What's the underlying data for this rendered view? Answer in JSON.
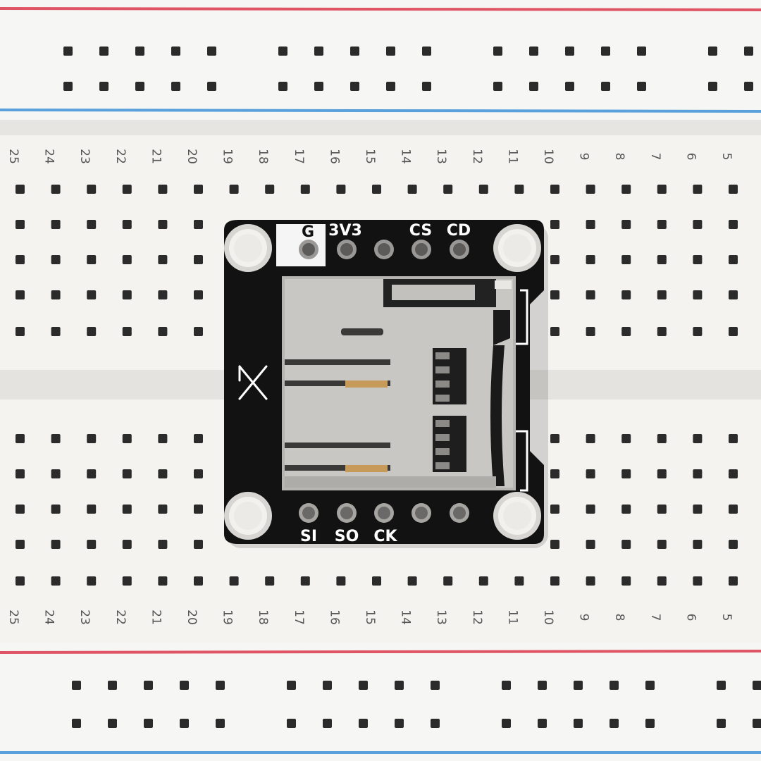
{
  "breadboard": {
    "column_numbers": [
      "25",
      "24",
      "23",
      "22",
      "21",
      "20",
      "19",
      "18",
      "17",
      "16",
      "15",
      "14",
      "13",
      "12",
      "11",
      "10",
      "9",
      "8",
      "7",
      "6",
      "5"
    ],
    "rail_colors": {
      "red": "#e05565",
      "blue": "#5aa0dc"
    }
  },
  "module": {
    "pin_labels_top": [
      "G",
      "3V3",
      "CS",
      "CD"
    ],
    "pin_labels_bottom": [
      "SI",
      "SO",
      "CK"
    ],
    "board_color": "#111111",
    "slot_color": "#c3c1bd"
  }
}
